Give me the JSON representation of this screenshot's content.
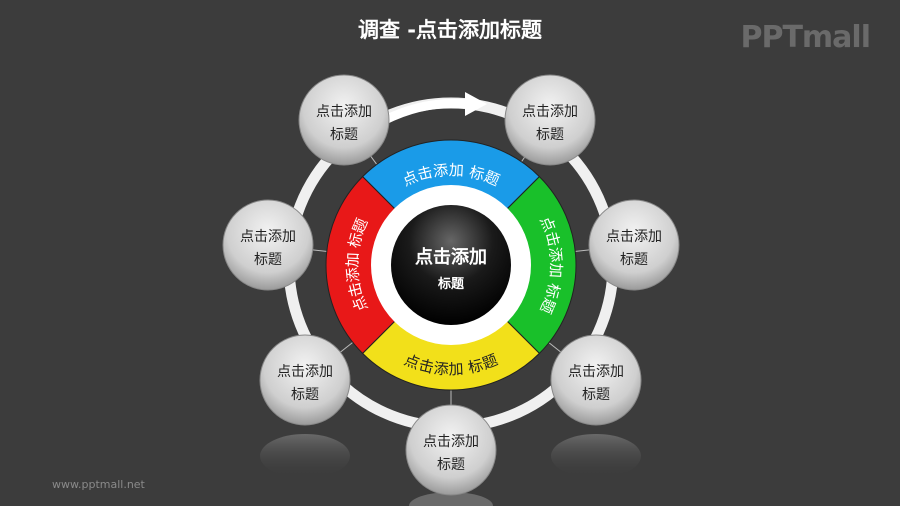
{
  "title": "调查 -点击添加标题",
  "logo": "PPTmall",
  "website": "www.pptmall.net",
  "center": {
    "line1": "点击添加",
    "line2": "标题"
  },
  "segments": [
    {
      "label": "点击添加 标题",
      "color": "#1a9be8"
    },
    {
      "label": "点击添加 标题",
      "color": "#19c02a"
    },
    {
      "label": "点击添加 标题",
      "color": "#f2e01a"
    },
    {
      "label": "点击添加 标题",
      "color": "#e81818"
    }
  ],
  "nodes": [
    {
      "line1": "点击添加",
      "line2": "标题"
    },
    {
      "line1": "点击添加",
      "line2": "标题"
    },
    {
      "line1": "点击添加",
      "line2": "标题"
    },
    {
      "line1": "点击添加",
      "line2": "标题"
    },
    {
      "line1": "点击添加",
      "line2": "标题"
    },
    {
      "line1": "点击添加",
      "line2": "标题"
    },
    {
      "line1": "点击添加",
      "line2": "标题"
    }
  ]
}
